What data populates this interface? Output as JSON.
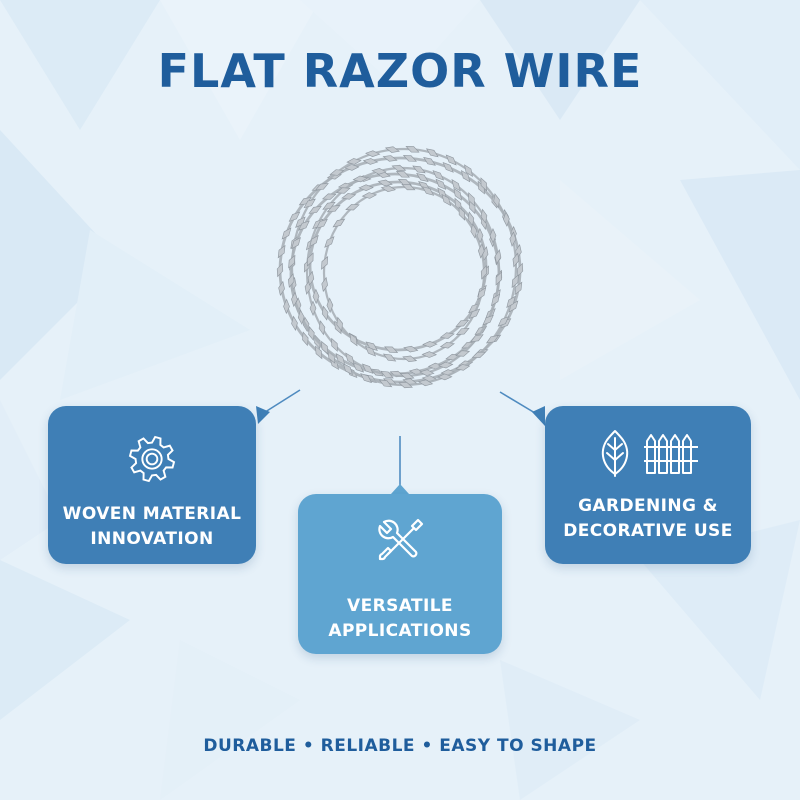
{
  "header": {
    "title": "FLAT RAZOR WIRE"
  },
  "cards": [
    {
      "label": "WOVEN MATERIAL\nINNOVATION",
      "icons": [
        "gear-icon"
      ]
    },
    {
      "label": "VERSATILE\nAPPLICATIONS",
      "icons": [
        "tools-icon"
      ]
    },
    {
      "label": "GARDENING &\nDECORATIVE USE",
      "icons": [
        "leaf-icon",
        "fence-icon"
      ]
    }
  ],
  "footer": {
    "tagline": "DURABLE • RELIABLE • EASY TO SHAPE"
  },
  "colors": {
    "title": "#1f5d9c",
    "card_dark": "#3f7fb6",
    "card_light": "#5fa5d1",
    "background": "#e6f1f9",
    "wire": "#a9b0b7"
  },
  "image": {
    "subject": "razor-wire-coil"
  }
}
